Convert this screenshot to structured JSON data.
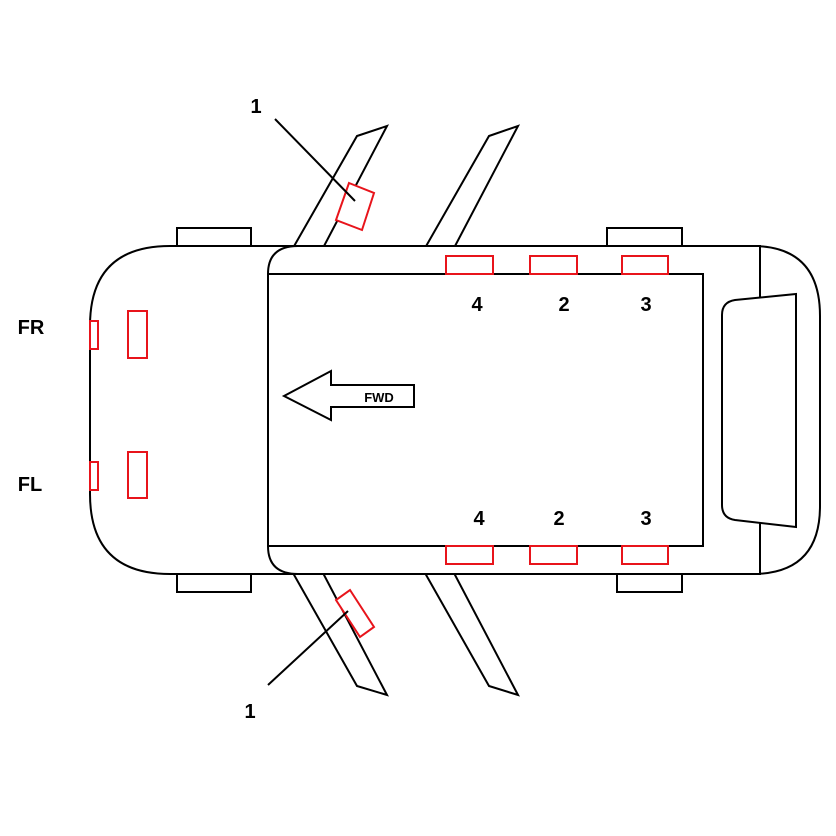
{
  "labels": {
    "front_right": "FR",
    "front_left": "FL",
    "fwd": "FWD",
    "callout_top": "1",
    "callout_bottom": "1",
    "upper_positions": [
      "4",
      "2",
      "3"
    ],
    "lower_positions": [
      "4",
      "2",
      "3"
    ]
  },
  "colors": {
    "outline": "#000000",
    "sensor": "#e8141b",
    "background": "#ffffff"
  }
}
